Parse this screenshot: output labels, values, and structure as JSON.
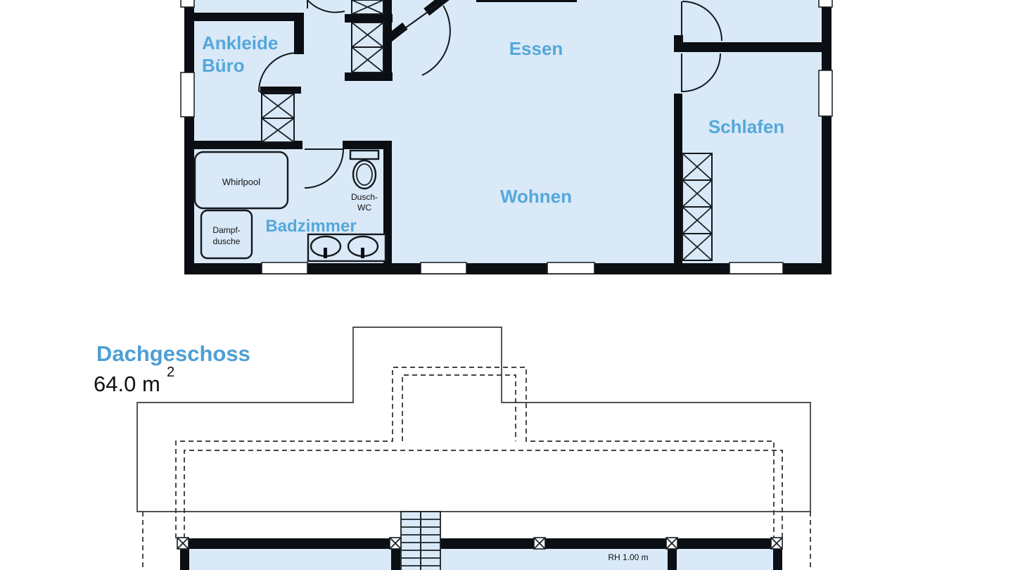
{
  "colors": {
    "label_blue": "#55a7da",
    "title_blue": "#4d9fd4",
    "room_fill": "#d9e9f7",
    "wall_black": "#0b0e12"
  },
  "upper": {
    "ankleide1": "Ankleide",
    "ankleide2": "Büro",
    "essen": "Essen",
    "wohnen": "Wohnen",
    "schlafen": "Schlafen",
    "badzimmer": "Badzimmer",
    "whirlpool": "Whirlpool",
    "dampf1": "Dampf-",
    "dampf2": "dusche",
    "wc1": "Dusch-",
    "wc2": "WC"
  },
  "lower": {
    "title": "Dachgeschoss",
    "area": "64.0 m",
    "area_sup": "2",
    "rh": "RH 1.00 m"
  }
}
